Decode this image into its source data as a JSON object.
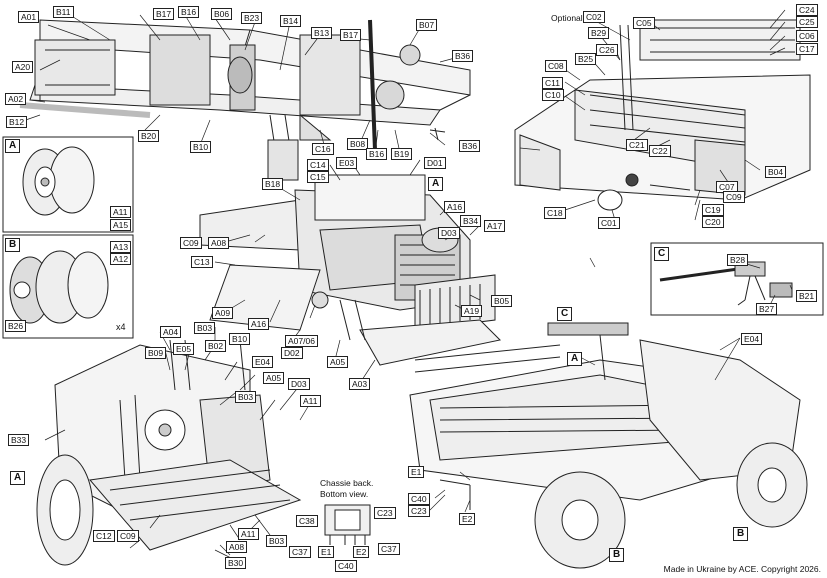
{
  "notes": {
    "optional": "Optional",
    "chassis_back_1": "Chassie back.",
    "chassis_back_2": "Bottom view.",
    "multiplier": "x4",
    "copyright": "Made in Ukraine by ACE. Copyright 2026."
  },
  "callouts": {
    "A": "A",
    "B": "B",
    "C": "C"
  },
  "parts": [
    "A01",
    "B11",
    "B17",
    "B16",
    "B06",
    "B23",
    "B14",
    "B13",
    "B17",
    "B07",
    "B36",
    "A20",
    "A02",
    "B12",
    "B20",
    "B10",
    "C16",
    "B08",
    "B16",
    "B19",
    "B36",
    "C02",
    "C24",
    "C25",
    "C06",
    "C17",
    "B29",
    "C05",
    "C08",
    "B25",
    "C26",
    "C11",
    "C10",
    "C21",
    "C22",
    "C07",
    "C09",
    "B04",
    "C18",
    "C01",
    "C19",
    "C20",
    "A11",
    "A15",
    "A13",
    "A12",
    "B26",
    "B18",
    "C14",
    "C15",
    "E03",
    "D01",
    "C09",
    "A08",
    "A16",
    "B34",
    "D03",
    "A17",
    "C13",
    "B05",
    "A19",
    "A09",
    "A16",
    "A07/06",
    "D02",
    "A05",
    "A03",
    "B28",
    "B21",
    "B27",
    "E04",
    "A04",
    "B03",
    "B09",
    "E05",
    "B02",
    "B10",
    "E04",
    "A05",
    "B03",
    "B33",
    "D03",
    "A11",
    "C12",
    "C09",
    "A11",
    "A08",
    "B03",
    "B30",
    "C38",
    "C23",
    "C37",
    "E1",
    "E2",
    "C37",
    "C40",
    "C40",
    "C23",
    "E1",
    "E2"
  ]
}
